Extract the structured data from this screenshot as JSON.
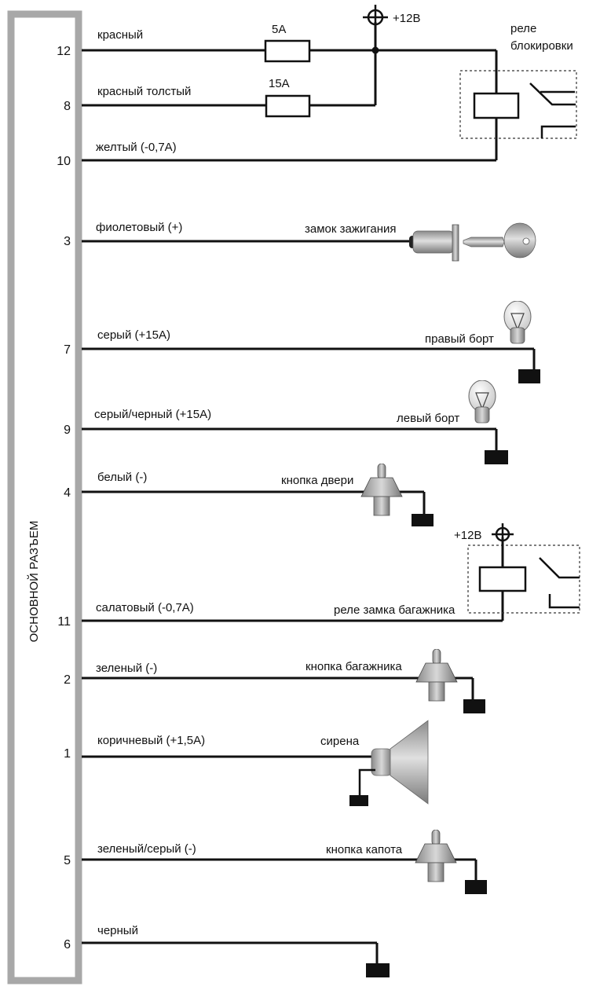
{
  "connector": {
    "title": "ОСНОВНОЙ РАЗЪЕМ",
    "frame_color": "#a8a8a8"
  },
  "wires": [
    {
      "pin": "12",
      "label": "красный"
    },
    {
      "pin": "8",
      "label": "красный толстый"
    },
    {
      "pin": "10",
      "label": "желтый (-0,7А)"
    },
    {
      "pin": "3",
      "label": "фиолетовый (+)"
    },
    {
      "pin": "7",
      "label": "серый (+15А)"
    },
    {
      "pin": "9",
      "label": "серый/черный (+15А)"
    },
    {
      "pin": "4",
      "label": "белый (-)"
    },
    {
      "pin": "11",
      "label": "салатовый (-0,7А)"
    },
    {
      "pin": "2",
      "label": "зеленый (-)"
    },
    {
      "pin": "1",
      "label": "коричневый (+1,5А)"
    },
    {
      "pin": "5",
      "label": "зеленый/серый (-)"
    },
    {
      "pin": "6",
      "label": "черный"
    }
  ],
  "fuses": [
    {
      "label": "5А"
    },
    {
      "label": "15А"
    }
  ],
  "power": [
    {
      "label": "+12В"
    },
    {
      "label": "+12В"
    }
  ],
  "devices": {
    "block_relay_line1": "реле",
    "block_relay_line2": "блокировки",
    "ignition": "замок зажигания",
    "right_side": "правый борт",
    "left_side": "левый борт",
    "door_button": "кнопка двери",
    "trunk_relay": "реле замка багажника",
    "trunk_button": "кнопка багажника",
    "siren": "сирена",
    "hood_button": "кнопка капота"
  }
}
